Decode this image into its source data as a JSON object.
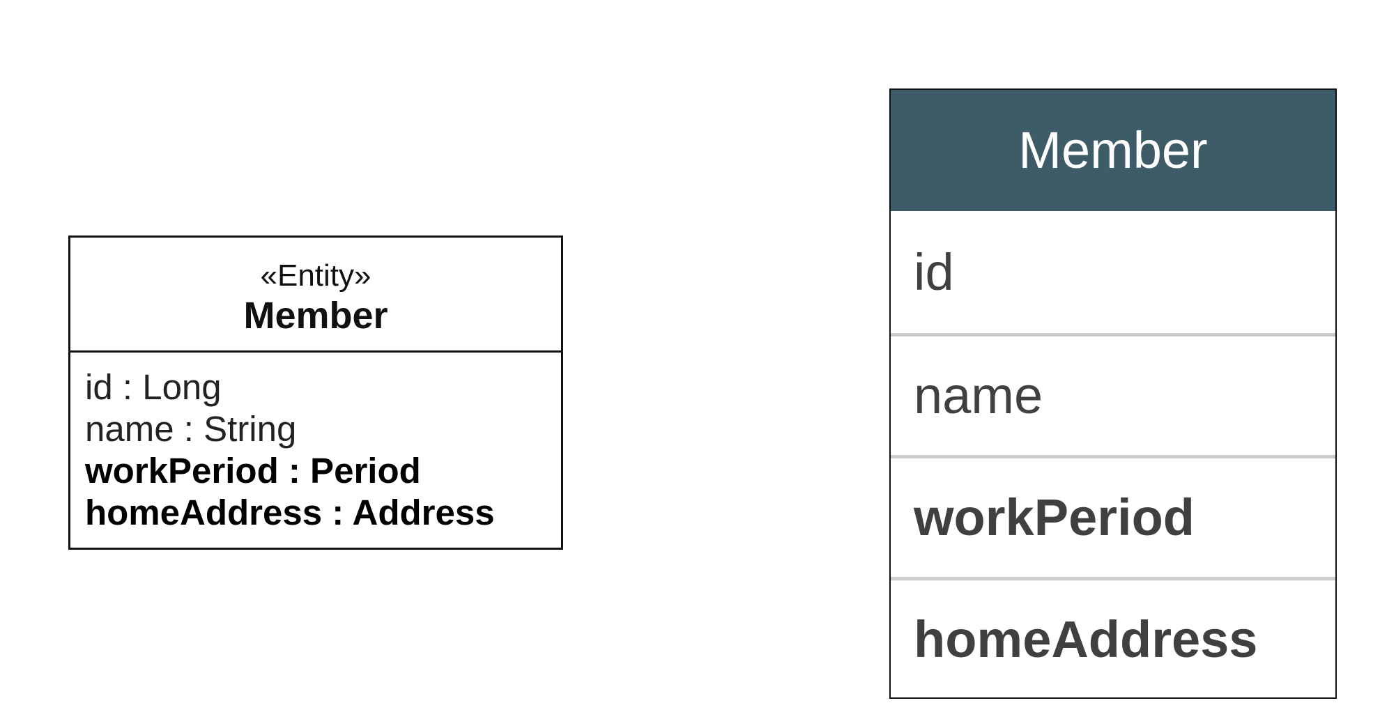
{
  "uml_class": {
    "stereotype": "«Entity»",
    "name": "Member",
    "attributes": [
      {
        "text": "id : Long",
        "emphasis": "normal"
      },
      {
        "text": "name : String",
        "emphasis": "normal"
      },
      {
        "text": "workPeriod : Period",
        "emphasis": "bold"
      },
      {
        "text": "homeAddress : Address",
        "emphasis": "bold"
      }
    ]
  },
  "table": {
    "name": "Member",
    "header_color": "#3e5b68",
    "columns": [
      {
        "text": "id",
        "emphasis": "normal"
      },
      {
        "text": "name",
        "emphasis": "normal"
      },
      {
        "text": "workPeriod",
        "emphasis": "bold"
      },
      {
        "text": "homeAddress",
        "emphasis": "bold"
      }
    ]
  }
}
